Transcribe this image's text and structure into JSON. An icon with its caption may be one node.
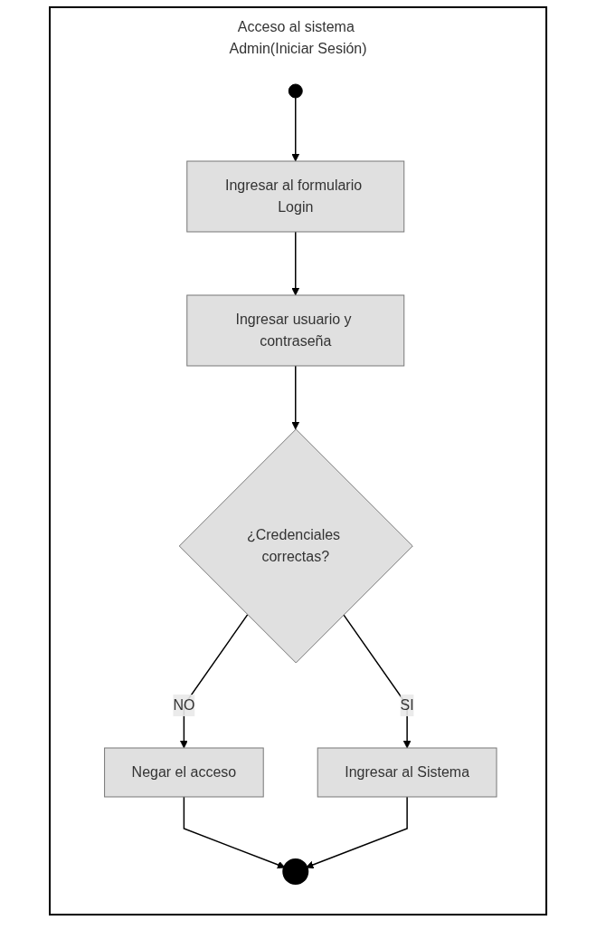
{
  "diagram": {
    "nodes": [
      {
        "text": [
          "Acceso al sistema Admin(Iniciar Sesión)"
        ]
      },
      {
        "text": [],
        "shape": "circle",
        "in": 0
      },
      {
        "text": [
          "Ingresar al formulario Login"
        ],
        "in": 0
      },
      {
        "text": [
          "Ingresar usuario y contraseña"
        ],
        "in": 0
      },
      {
        "text": [
          "¿Credenciales correctas?"
        ],
        "in": 0
      },
      {
        "text": [
          "Negar el acceso"
        ],
        "in": 0
      },
      {
        "text": [
          "Ingresar al Sistema"
        ],
        "in": 0
      },
      {
        "text": [],
        "shape": "circle",
        "in": 0
      }
    ],
    "edges": [
      {
        "from": 1,
        "to": 2,
        "arrow": "to"
      },
      {
        "from": 2,
        "to": 3,
        "arrow": "to"
      },
      {
        "from": 3,
        "to": 4,
        "arrow": "to"
      },
      {
        "from": 4,
        "to": 5,
        "arrow": "to",
        "label": "NO"
      },
      {
        "from": 4,
        "to": 6,
        "arrow": "to",
        "label": "SI"
      },
      {
        "from": 5,
        "to": 7,
        "arrow": "to"
      },
      {
        "from": 6,
        "to": 7,
        "arrow": "to"
      }
    ]
  }
}
